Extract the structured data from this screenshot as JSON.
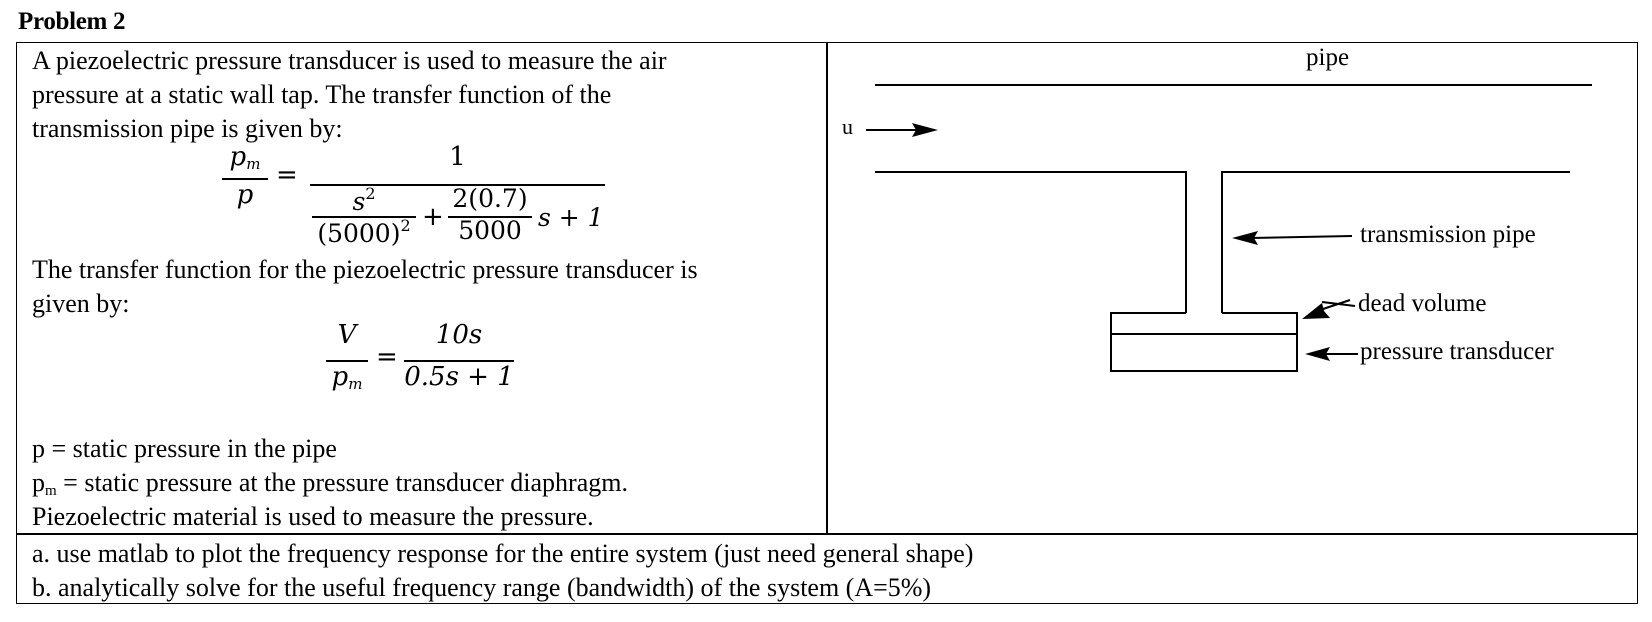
{
  "problem": {
    "title": "Problem 2",
    "intro_lines": [
      "A piezoelectric pressure transducer is used to measure the air",
      "pressure at a static wall tap.  The transfer function of the",
      "transmission pipe is given by:"
    ],
    "eq1": {
      "lhs_num": "p",
      "lhs_num_sub": "m",
      "lhs_den": "p",
      "equals": "=",
      "rhs_num": "1",
      "term1_num": "s",
      "term1_num_sup": "2",
      "term1_den": "(5000)",
      "term1_den_sup": "2",
      "plus": "+",
      "term2_num": "2(0.7)",
      "term2_den": "5000",
      "tail": "s + 1"
    },
    "transducer_lines": [
      "The transfer function for the piezoelectric pressure transducer is",
      "given by:"
    ],
    "eq2": {
      "lhs_num": "V",
      "lhs_den": "p",
      "lhs_den_sub": "m",
      "equals": "=",
      "rhs_num": "10s",
      "rhs_den": "0.5s + 1"
    },
    "definitions": {
      "p_def": "p = static pressure in the pipe",
      "pm_sym": "p",
      "pm_sub": "m",
      "pm_def": " = static pressure at the pressure transducer diaphragm.",
      "piezo_note": "Piezoelectric material is used to measure the pressure."
    },
    "tasks": [
      "a.  use matlab to plot the frequency response for the entire system (just need general shape)",
      "b.  analytically solve for the useful frequency range (bandwidth) of the system (A=5%)"
    ]
  },
  "diagram": {
    "pipe_label": "pipe",
    "flow_label": "u",
    "transmission_pipe_label": "transmission pipe",
    "dead_volume_label": "dead volume",
    "pressure_transducer_label": "pressure transducer"
  }
}
